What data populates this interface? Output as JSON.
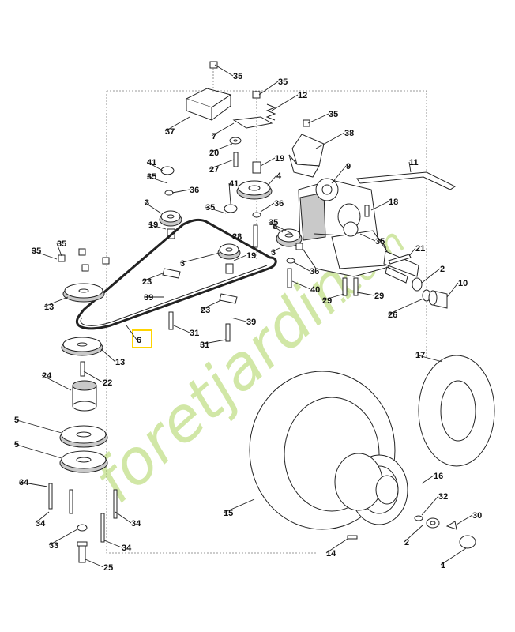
{
  "callouts": [
    "35",
    "35",
    "12",
    "35",
    "37",
    "7",
    "38",
    "20",
    "27",
    "19",
    "9",
    "11",
    "41",
    "35",
    "36",
    "4",
    "3",
    "41",
    "35",
    "36",
    "18",
    "35",
    "35",
    "19",
    "28",
    "8",
    "35",
    "35",
    "13",
    "23",
    "3",
    "19",
    "3",
    "36",
    "21",
    "2",
    "10",
    "39",
    "23",
    "40",
    "29",
    "29",
    "26",
    "6",
    "31",
    "39",
    "31",
    "13",
    "22",
    "24",
    "17",
    "5",
    "5",
    "16",
    "34",
    "15",
    "32",
    "30",
    "34",
    "34",
    "2",
    "33",
    "34",
    "14",
    "25",
    "1"
  ],
  "watermark": {
    "text": "foretjardin.com",
    "color": "#9acb3c"
  },
  "highlight": {
    "part_number": "6",
    "color": "#ffd400"
  }
}
